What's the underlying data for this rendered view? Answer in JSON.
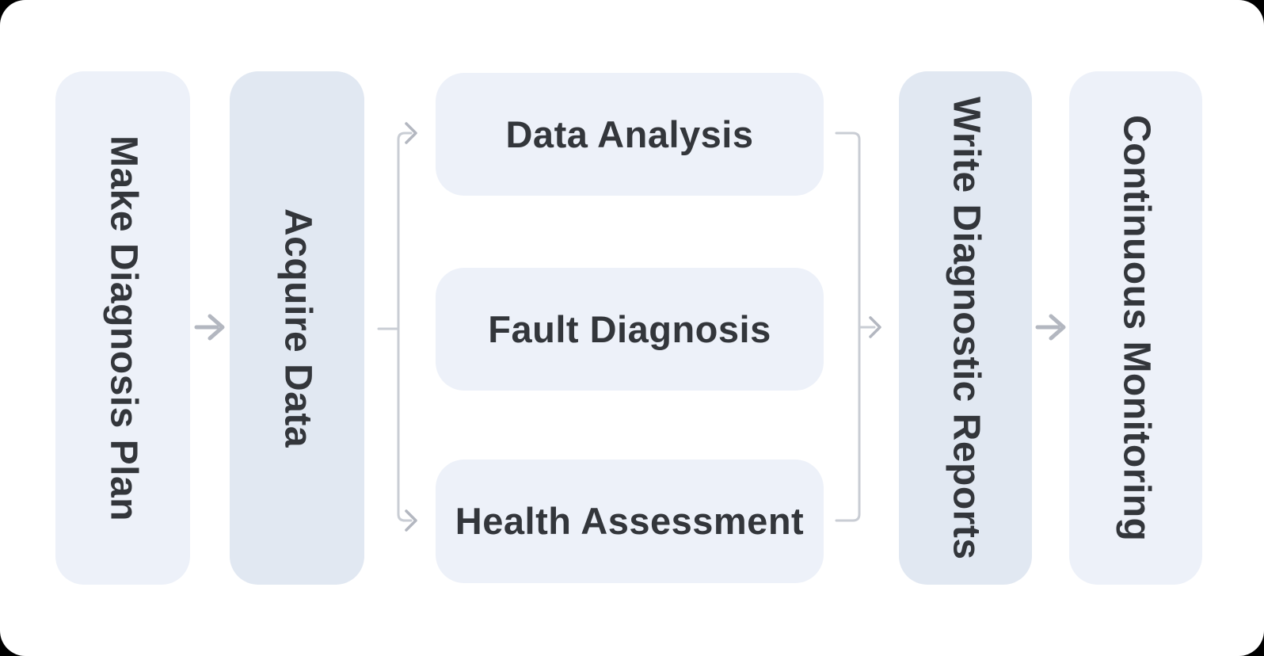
{
  "diagram": {
    "type": "flowchart",
    "direction": "left-to-right",
    "stages": [
      {
        "id": "make-diagnosis-plan",
        "label": "Make Diagnosis Plan",
        "tone": "light",
        "orientation": "vertical"
      },
      {
        "id": "acquire-data",
        "label": "Acquire Data",
        "tone": "dark",
        "orientation": "vertical"
      },
      {
        "id": "data-analysis",
        "label": "Data Analysis",
        "tone": "light",
        "orientation": "horizontal"
      },
      {
        "id": "fault-diagnosis",
        "label": "Fault Diagnosis",
        "tone": "light",
        "orientation": "horizontal"
      },
      {
        "id": "health-assessment",
        "label": "Health Assessment",
        "tone": "light",
        "orientation": "horizontal"
      },
      {
        "id": "write-diagnostic-reports",
        "label": "Write Diagnostic Reports",
        "tone": "dark",
        "orientation": "vertical"
      },
      {
        "id": "continuous-monitoring",
        "label": "Continuous Monitoring",
        "tone": "light",
        "orientation": "vertical"
      }
    ],
    "edges": [
      {
        "from": "Make Diagnosis Plan",
        "to": "Acquire Data"
      },
      {
        "from": "Acquire Data",
        "to": "Data Analysis"
      },
      {
        "from": "Acquire Data",
        "to": "Fault Diagnosis"
      },
      {
        "from": "Acquire Data",
        "to": "Health Assessment"
      },
      {
        "from": "Data Analysis",
        "to": "Write Diagnostic Reports"
      },
      {
        "from": "Fault Diagnosis",
        "to": "Write Diagnostic Reports"
      },
      {
        "from": "Health Assessment",
        "to": "Write Diagnostic Reports"
      },
      {
        "from": "Write Diagnostic Reports",
        "to": "Continuous Monitoring"
      }
    ],
    "colors": {
      "box_light": "#edf1f9",
      "box_dark": "#e1e8f2",
      "text": "#33363b",
      "line": "#c9cdd4",
      "arrow": "#b3b7c0",
      "canvas": "#ffffff",
      "frame": "#000000"
    }
  }
}
